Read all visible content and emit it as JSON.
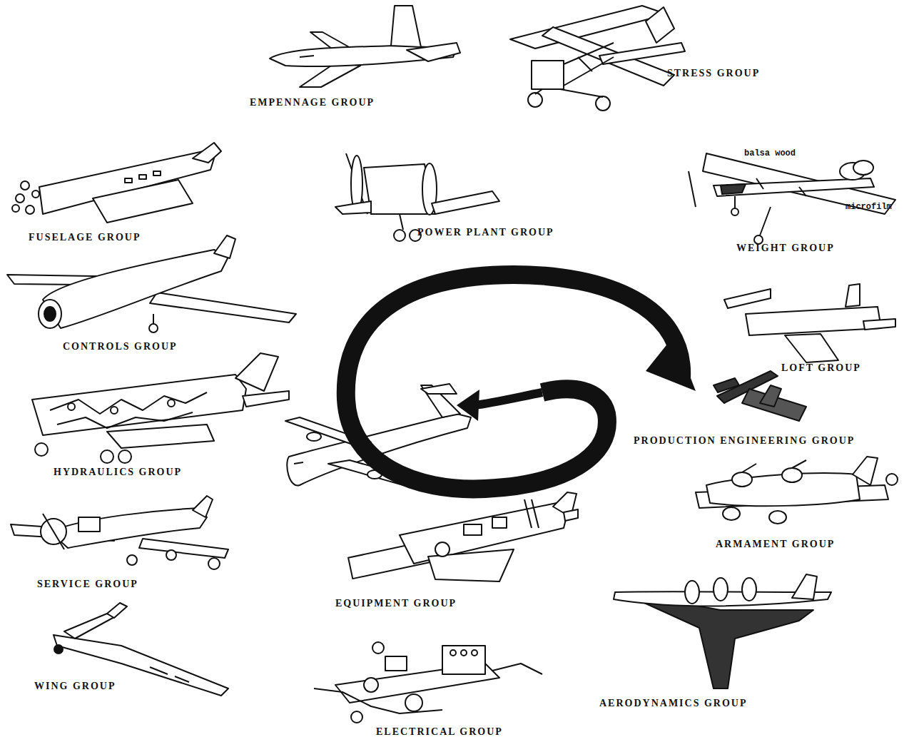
{
  "diagram": {
    "labels": [
      "EMPENNAGE GROUP",
      "STRESS GROUP",
      "balsa wood",
      "microfilm",
      "FUSELAGE GROUP",
      "POWER PLANT GROUP",
      "WEIGHT GROUP",
      "CONTROLS GROUP",
      "LOFT GROUP",
      "HYDRAULICS GROUP",
      "PRODUCTION ENGINEERING GROUP",
      "ARMAMENT GROUP",
      "SERVICE GROUP",
      "EQUIPMENT GROUP",
      "WING GROUP",
      "AERODYNAMICS GROUP",
      "ELECTRICAL GROUP"
    ]
  }
}
